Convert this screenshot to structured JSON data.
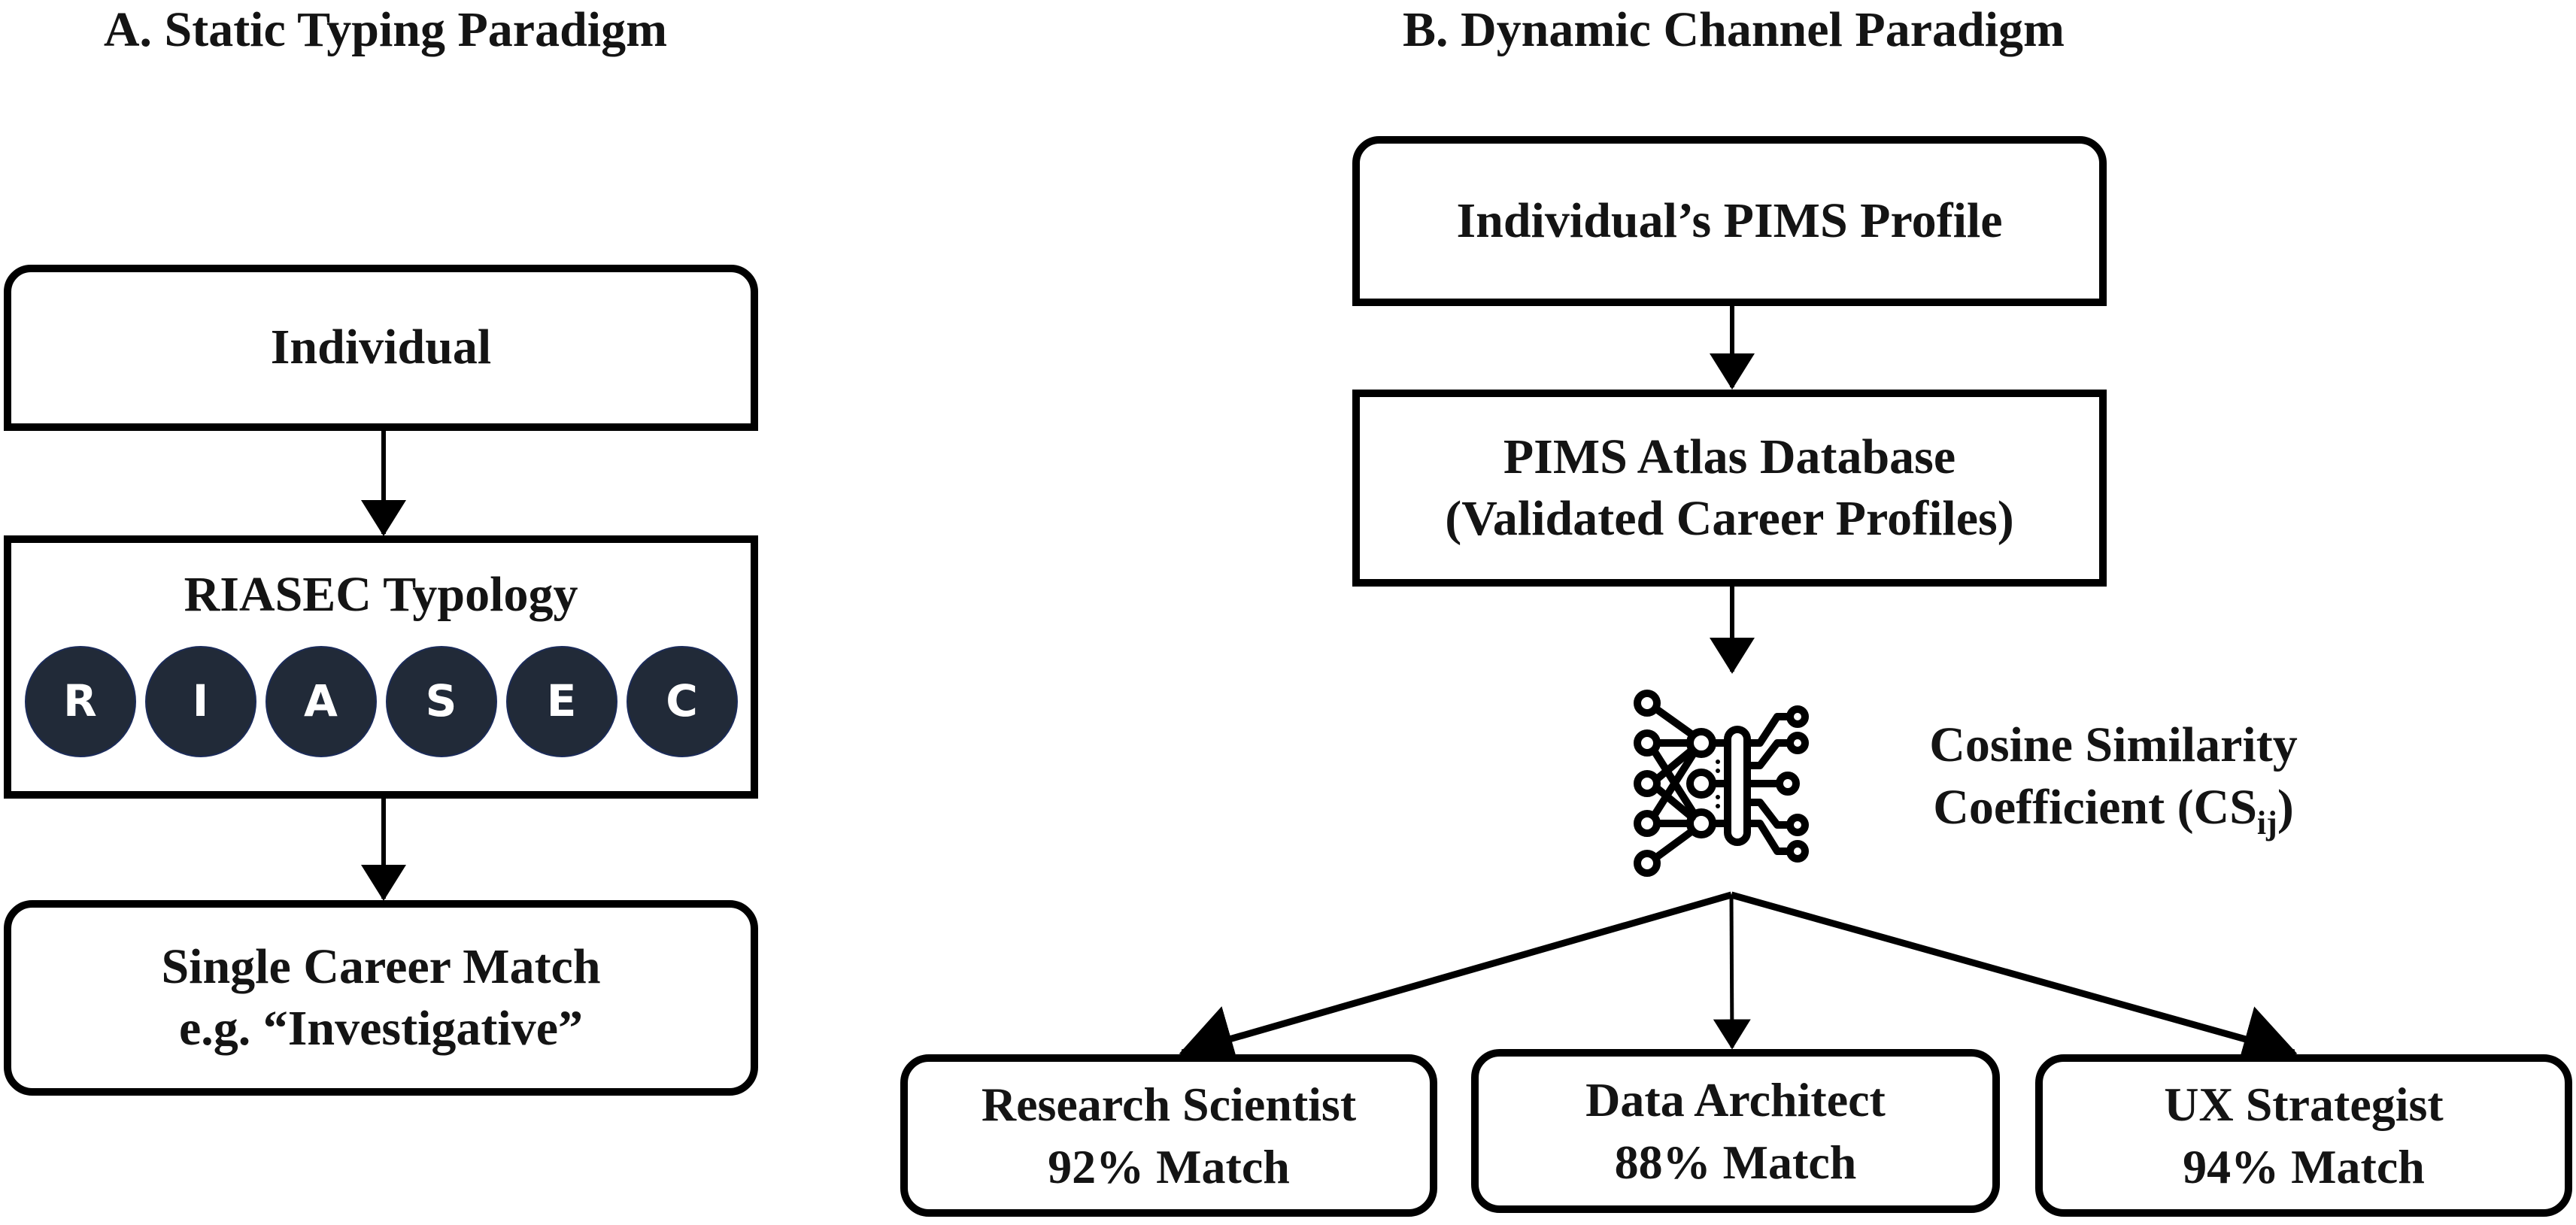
{
  "panel_a": {
    "title": "A. Static Typing Paradigm",
    "individual": "Individual",
    "typology": {
      "title": "RIASEC Typology",
      "letters": [
        "R",
        "I",
        "A",
        "S",
        "E",
        "C"
      ],
      "circle_color": "#212a38"
    },
    "result": {
      "line1": "Single Career Match",
      "line2": "e.g. “Investigative”"
    }
  },
  "panel_b": {
    "title": "B. Dynamic Channel Paradigm",
    "profile": "Individual’s PIMS Profile",
    "database": {
      "line1": "PIMS Atlas Database",
      "line2": "(Validated Career Profiles)"
    },
    "similarity": {
      "icon": "neural-network-icon",
      "line1": "Cosine Similarity",
      "line2_prefix": "Coefficient (CS",
      "line2_subscript": "ij",
      "line2_suffix": ")"
    },
    "matches": [
      {
        "career": "Research Scientist",
        "match": "92% Match"
      },
      {
        "career": "Data Architect",
        "match": "88% Match"
      },
      {
        "career": "UX Strategist",
        "match": "94% Match"
      }
    ]
  }
}
